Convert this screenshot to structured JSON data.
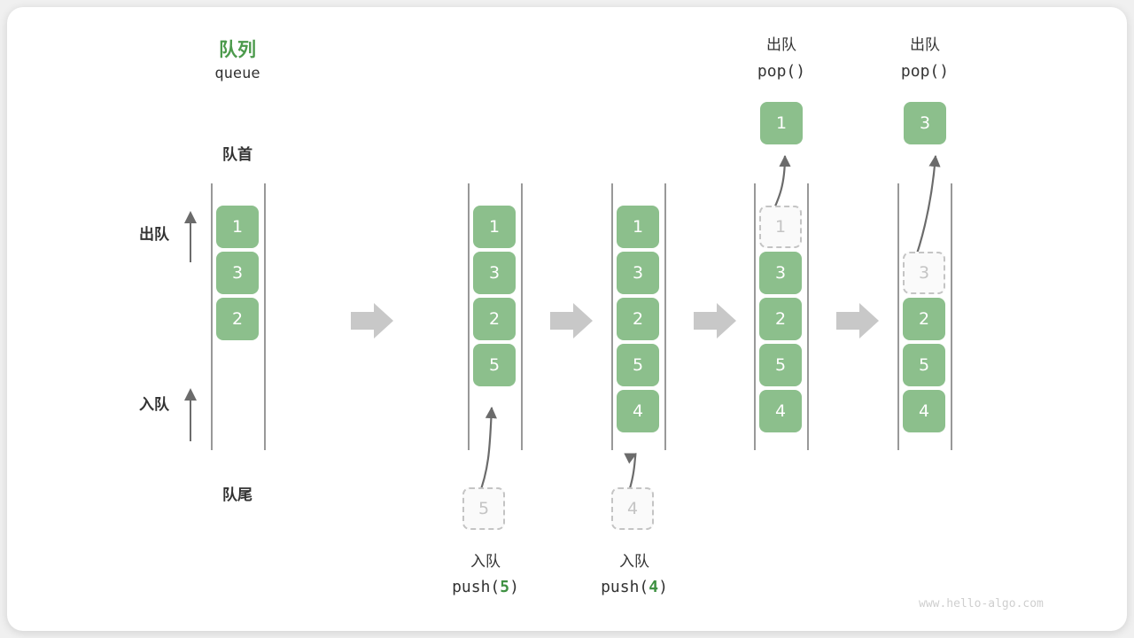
{
  "diagram": {
    "title_cn": "队列",
    "title_en": "queue",
    "front_label": "队首",
    "rear_label": "队尾",
    "dequeue_label": "出队",
    "enqueue_label": "入队",
    "watermark": "www.hello-algo.com",
    "accent_green": "#4c9a4c",
    "box_green": "#8cbf8c",
    "ghost_gray": "#c4c4c4",
    "arrow_gray": "#c8c8c8"
  },
  "columns": [
    {
      "id": "initial",
      "boxes": [
        {
          "value": "1",
          "ghost": false
        },
        {
          "value": "3",
          "ghost": false
        },
        {
          "value": "2",
          "ghost": false
        }
      ],
      "caption_cn": "",
      "caption_code": ""
    },
    {
      "id": "push-5",
      "boxes": [
        {
          "value": "1",
          "ghost": false
        },
        {
          "value": "3",
          "ghost": false
        },
        {
          "value": "2",
          "ghost": false
        },
        {
          "value": "5",
          "ghost": false
        }
      ],
      "incoming": {
        "value": "5"
      },
      "caption_cn": "入队",
      "caption_code_prefix": "push(",
      "caption_code_num": "5",
      "caption_code_suffix": ")"
    },
    {
      "id": "push-4",
      "boxes": [
        {
          "value": "1",
          "ghost": false
        },
        {
          "value": "3",
          "ghost": false
        },
        {
          "value": "2",
          "ghost": false
        },
        {
          "value": "5",
          "ghost": false
        },
        {
          "value": "4",
          "ghost": false
        }
      ],
      "incoming": {
        "value": "4"
      },
      "caption_cn": "入队",
      "caption_code_prefix": "push(",
      "caption_code_num": "4",
      "caption_code_suffix": ")"
    },
    {
      "id": "pop-1",
      "boxes": [
        {
          "value": "1",
          "ghost": true
        },
        {
          "value": "3",
          "ghost": false
        },
        {
          "value": "2",
          "ghost": false
        },
        {
          "value": "5",
          "ghost": false
        },
        {
          "value": "4",
          "ghost": false
        }
      ],
      "popped": {
        "value": "1"
      },
      "header_cn": "出队",
      "header_code": "pop()"
    },
    {
      "id": "pop-3",
      "boxes": [
        {
          "value": "3",
          "ghost": true
        },
        {
          "value": "2",
          "ghost": false
        },
        {
          "value": "5",
          "ghost": false
        },
        {
          "value": "4",
          "ghost": false
        }
      ],
      "popped": {
        "value": "3"
      },
      "header_cn": "出队",
      "header_code": "pop()"
    }
  ],
  "chart_data": {
    "type": "diagram",
    "title": "队列 queue",
    "description": "FIFO queue operation sequence: initial [1,3,2]; push(5) -> [1,3,2,5]; push(4) -> [1,3,2,5,4]; pop() removes 1 -> [3,2,5,4]; pop() removes 3 -> [2,5,4]",
    "states": [
      {
        "label": "initial",
        "queue": [
          "1",
          "3",
          "2"
        ]
      },
      {
        "label": "push(5)",
        "queue": [
          "1",
          "3",
          "2",
          "5"
        ]
      },
      {
        "label": "push(4)",
        "queue": [
          "1",
          "3",
          "2",
          "5",
          "4"
        ]
      },
      {
        "label": "pop()",
        "queue": [
          "3",
          "2",
          "5",
          "4"
        ],
        "removed": "1"
      },
      {
        "label": "pop()",
        "queue": [
          "2",
          "5",
          "4"
        ],
        "removed": "3"
      }
    ]
  }
}
